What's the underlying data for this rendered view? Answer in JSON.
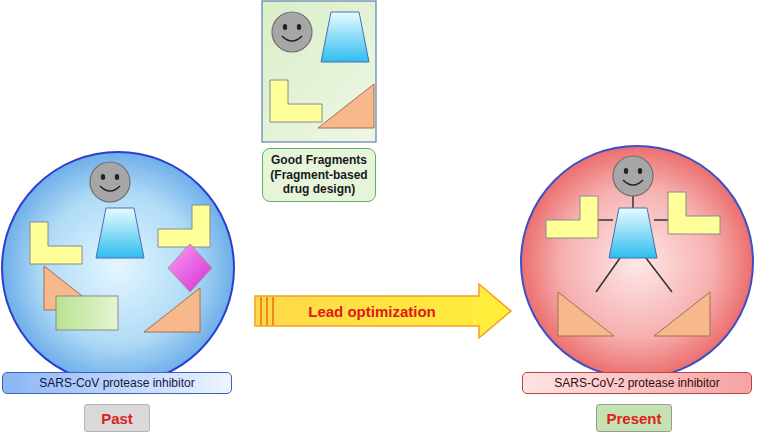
{
  "diagram": {
    "nodes": [
      {
        "text": [
          "Good Fragments (Fragment-based drug design)"
        ]
      },
      {
        "text": [
          "Lead optimization"
        ]
      },
      {
        "text": [
          "SARS-CoV protease inhibitor"
        ]
      },
      {
        "text": [
          "Past"
        ]
      },
      {
        "text": [
          "SARS-CoV-2 protease inhibitor"
        ]
      },
      {
        "text": [
          "Present"
        ]
      }
    ]
  }
}
